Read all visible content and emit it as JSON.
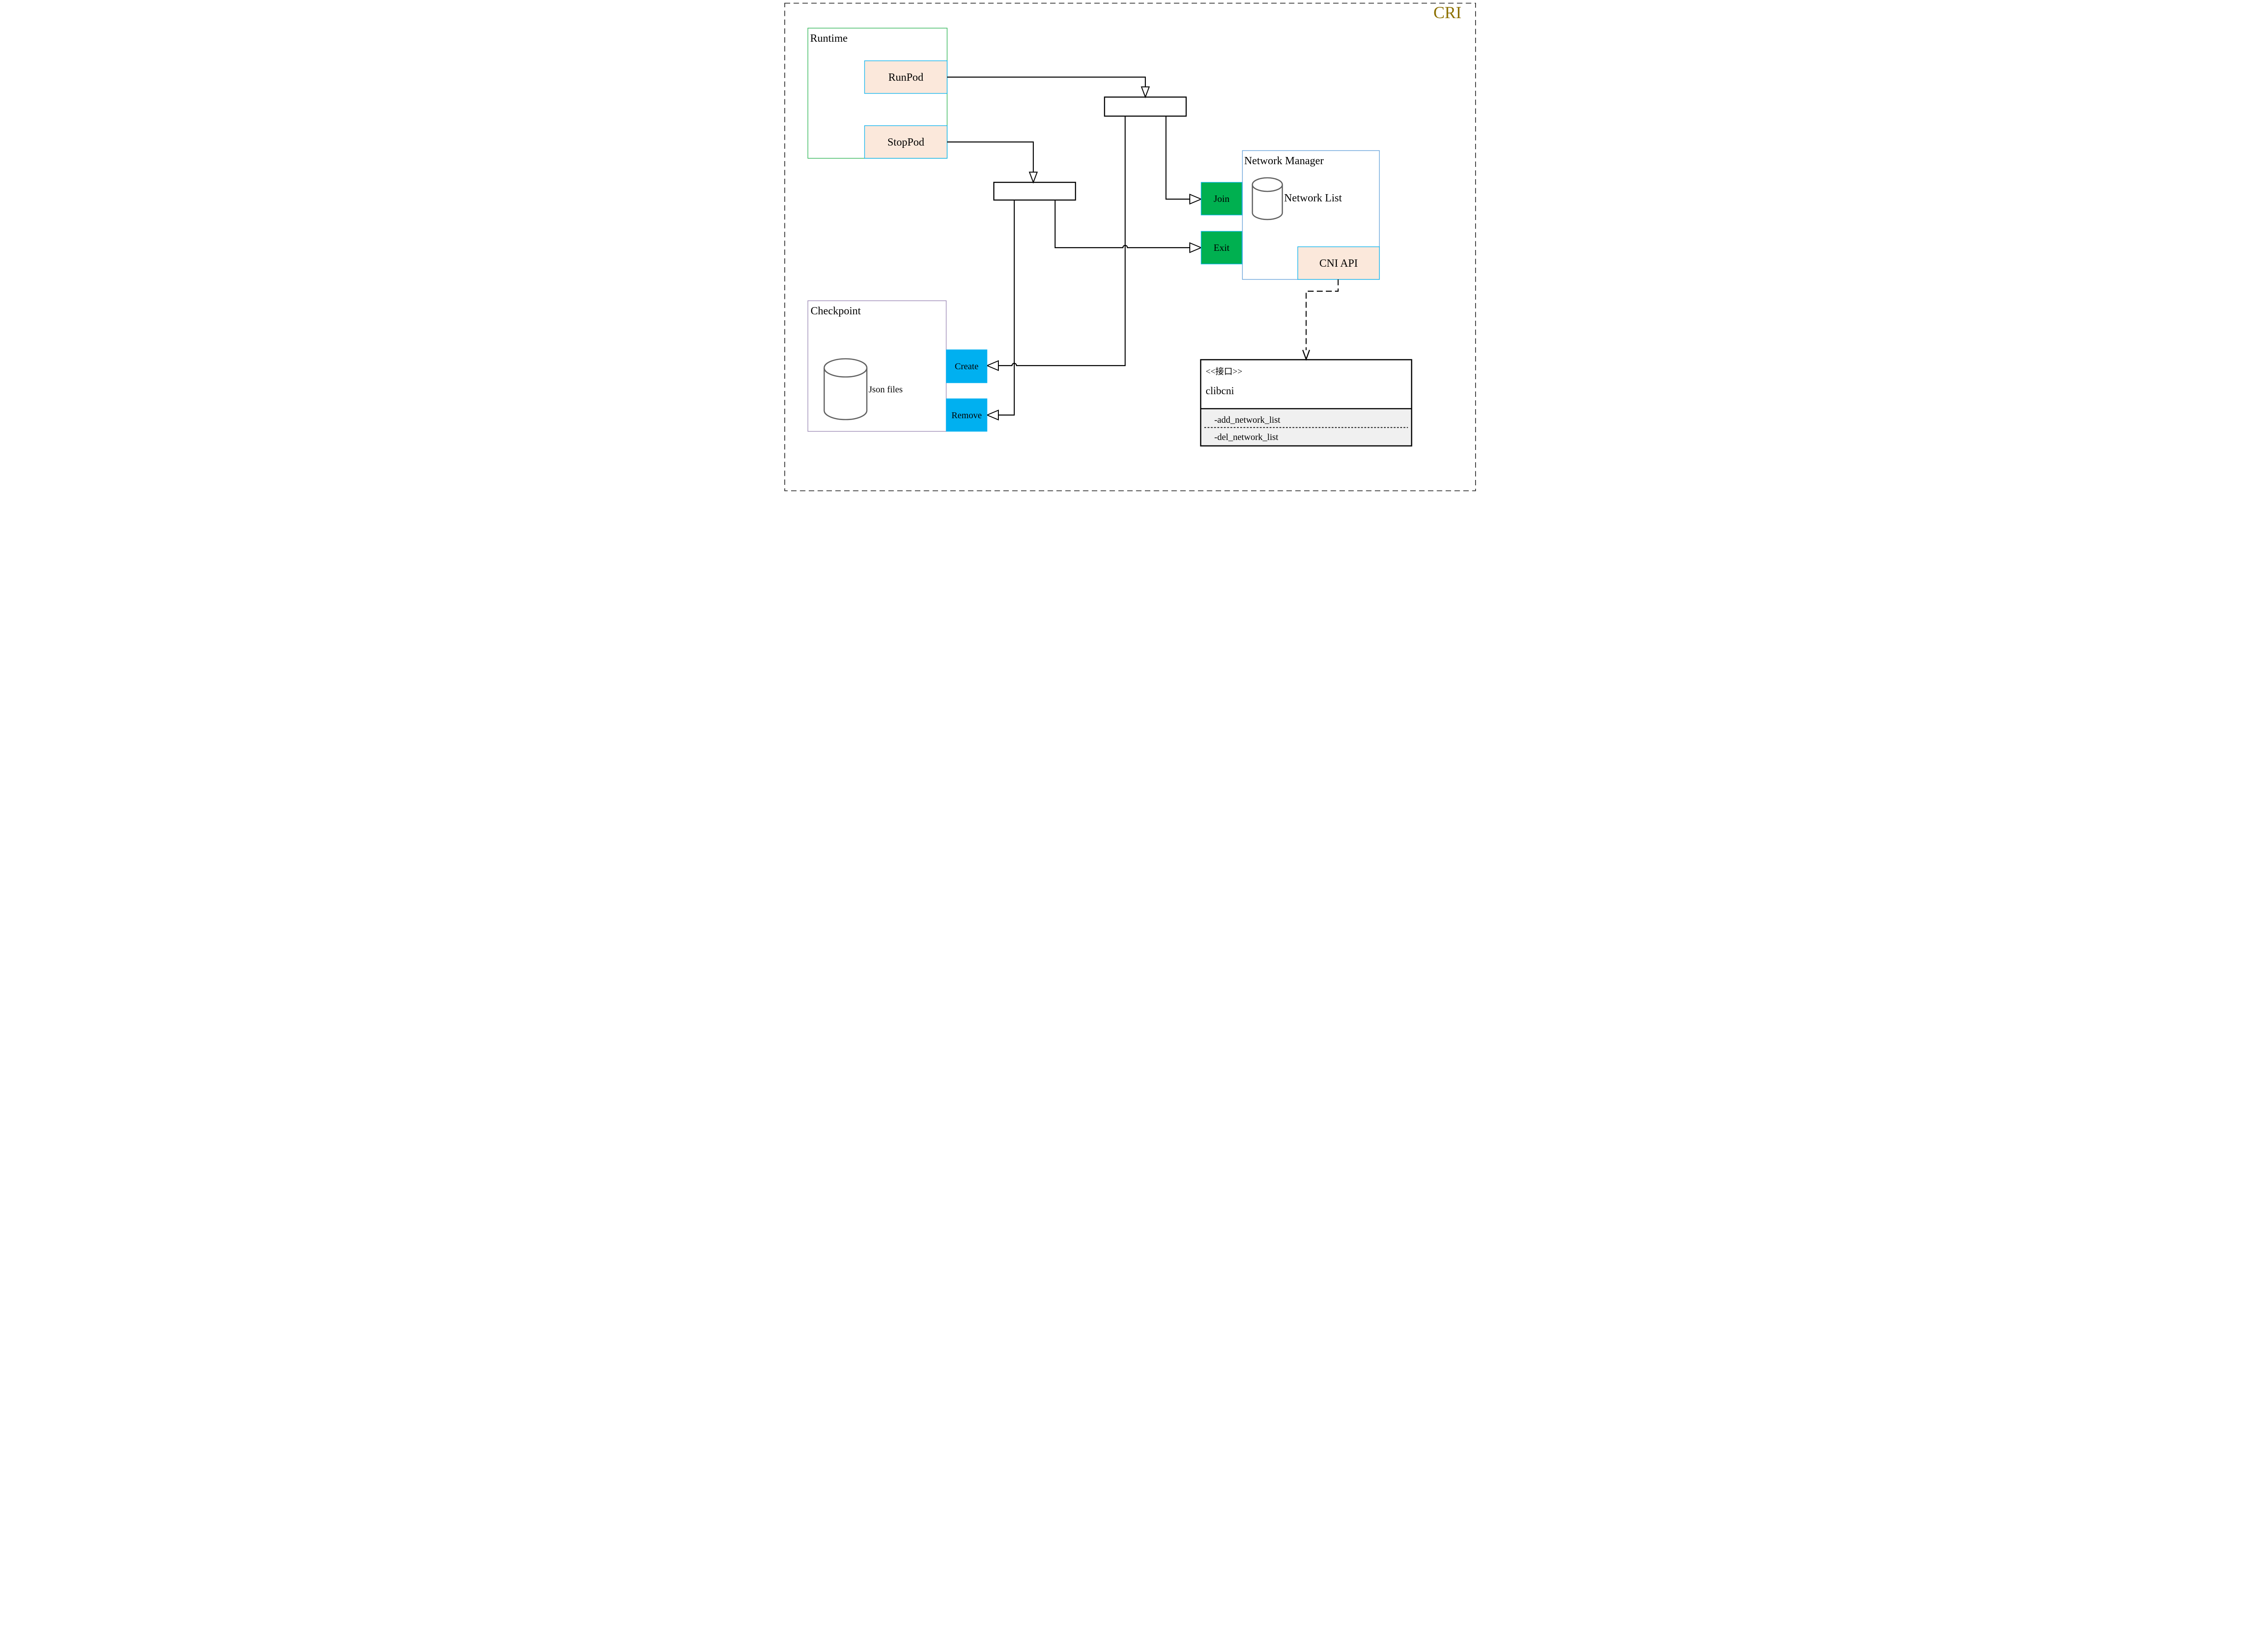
{
  "page": {
    "title_badge": "CRI"
  },
  "colors": {
    "cri_gold": "#8C7000",
    "runtime_border": "#22B14C",
    "nm_border": "#5B9BD5",
    "checkpoint_border": "#9683B1",
    "peach_fill": "#FBE8DB",
    "cyan_border": "#00B0F0",
    "green_fill": "#00B050",
    "blue_fill": "#00B0F0",
    "cylinder_gray": "#606060",
    "method_fill": "#F0F0F0"
  },
  "icons": {
    "network_list": "database-icon",
    "json_files": "database-icon"
  },
  "runtime": {
    "label": "Runtime",
    "run_pod": "RunPod",
    "stop_pod": "StopPod"
  },
  "network_manager": {
    "label": "Network Manager",
    "network_list": "Network List",
    "join": "Join",
    "exit": "Exit",
    "cni_api": "CNI API"
  },
  "checkpoint": {
    "label": "Checkpoint",
    "json_files": "Json files",
    "create": "Create",
    "remove": "Remove"
  },
  "clibcni": {
    "stereotype": "<<接口>>",
    "name": "clibcni",
    "methods": [
      "-add_network_list",
      "-del_network_list"
    ]
  }
}
